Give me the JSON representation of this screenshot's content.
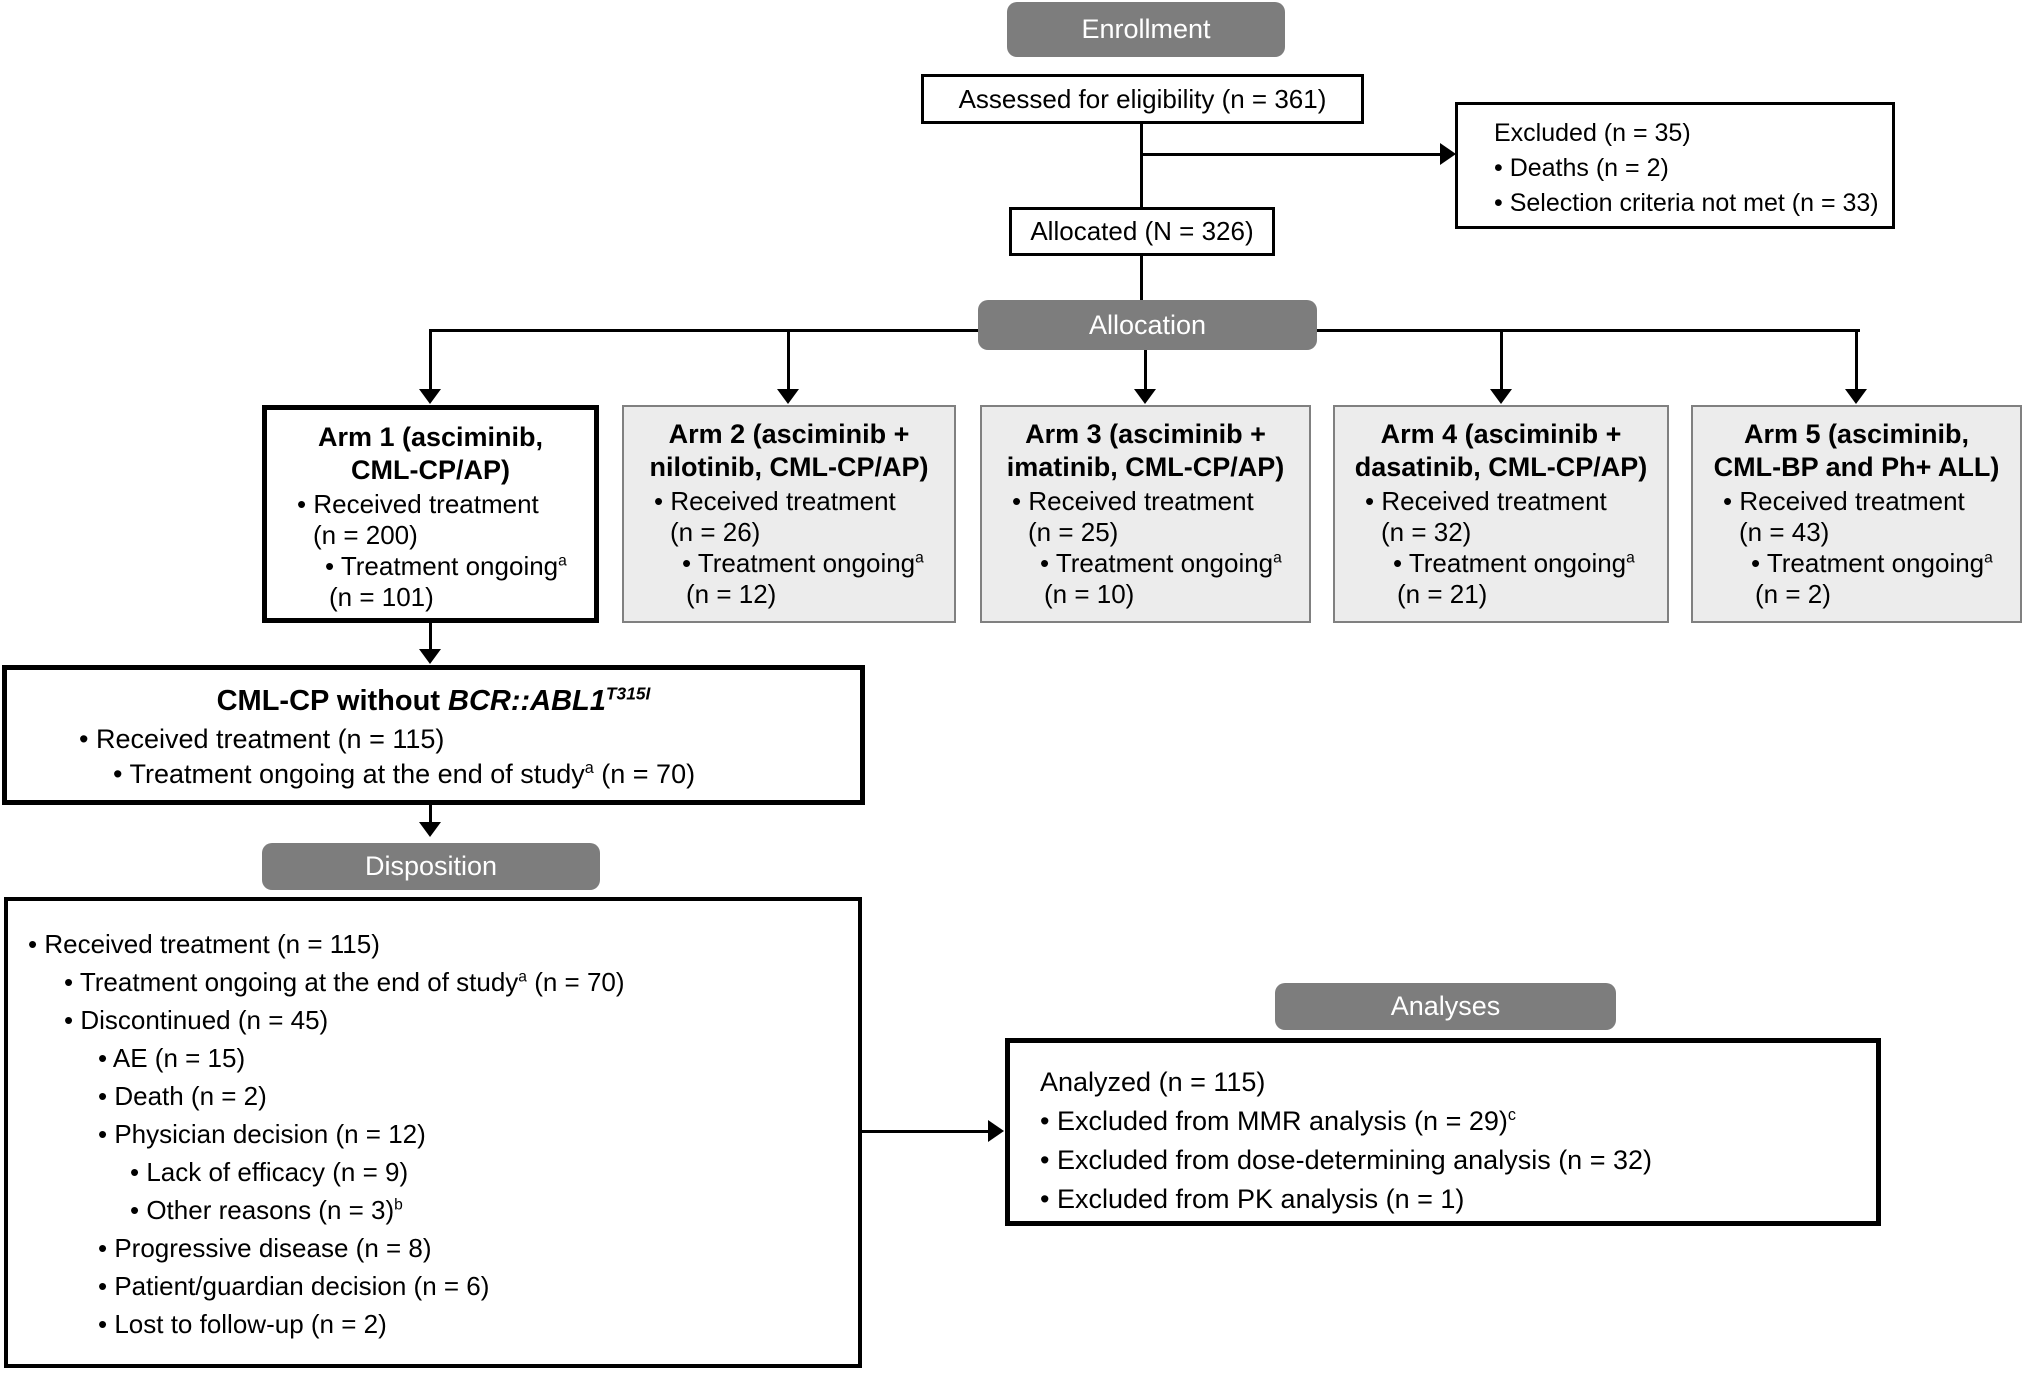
{
  "badges": {
    "enrollment": "Enrollment",
    "allocation": "Allocation",
    "disposition": "Disposition",
    "analyses": "Analyses"
  },
  "enrollment": {
    "assessed": "Assessed for eligibility (n = 361)",
    "allocated": "Allocated (N = 326)",
    "excluded": {
      "title": "Excluded (n = 35)",
      "items": [
        "• Deaths (n = 2)",
        "• Selection criteria not met (n = 33)"
      ]
    }
  },
  "arms": [
    {
      "title_line1": "Arm 1 (asciminib,",
      "title_line2": "CML-CP/AP)",
      "lines": [
        "• Received treatment",
        "(n = 200)",
        "• Treatment ongoing^a^",
        "(n = 101)"
      ]
    },
    {
      "title_line1": "Arm 2 (asciminib +",
      "title_line2": "nilotinib, CML-CP/AP)",
      "lines": [
        "• Received treatment",
        "(n = 26)",
        "• Treatment ongoing^a^",
        "(n = 12)"
      ]
    },
    {
      "title_line1": "Arm 3 (asciminib +",
      "title_line2": "imatinib, CML-CP/AP)",
      "lines": [
        "• Received treatment",
        "(n = 25)",
        "• Treatment ongoing^a^",
        "(n = 10)"
      ]
    },
    {
      "title_line1": "Arm 4 (asciminib +",
      "title_line2": "dasatinib, CML-CP/AP)",
      "lines": [
        "• Received treatment",
        "(n = 32)",
        "• Treatment ongoing^a^",
        "(n = 21)"
      ]
    },
    {
      "title_line1": "Arm 5 (asciminib,",
      "title_line2": "CML-BP and Ph+ ALL)",
      "lines": [
        "• Received treatment",
        "(n = 43)",
        "• Treatment ongoing^a^",
        "(n = 2)"
      ]
    }
  ],
  "cml_subset": {
    "title": "CML-CP without *BCR::ABL1^T315I^*",
    "lines": [
      "• Received treatment (n = 115)",
      "• Treatment ongoing at the end of study^a^ (n = 70)"
    ]
  },
  "disposition": {
    "items": [
      "• Received treatment (n = 115)",
      "• Treatment ongoing at the end of study^a^ (n = 70)",
      "• Discontinued (n = 45)",
      "• AE (n = 15)",
      "• Death (n = 2)",
      "• Physician decision (n = 12)",
      "• Lack of efficacy (n = 9)",
      "• Other reasons (n = 3)^b^",
      "• Progressive disease (n = 8)",
      "• Patient/guardian decision (n = 6)",
      "• Lost to follow-up (n = 2)"
    ]
  },
  "analyses": {
    "title": "Analyzed (n = 115)",
    "items": [
      "• Excluded from MMR analysis (n = 29)^c^",
      "• Excluded from dose-determining analysis (n = 32)",
      "• Excluded from PK analysis (n = 1)"
    ]
  },
  "colors": {
    "badge_gray": "#7d7d7d",
    "arm_fill": "#ececec",
    "arm_border": "#808080",
    "line_black": "#000000"
  }
}
